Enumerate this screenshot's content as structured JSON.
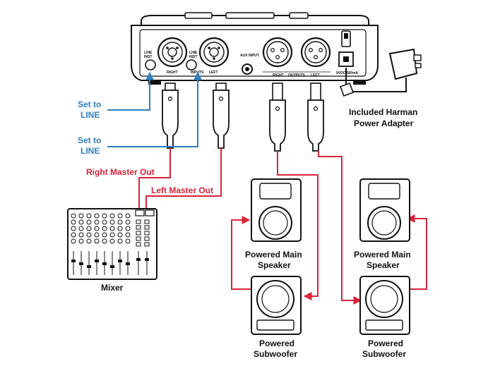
{
  "colors": {
    "blue_line": "#2e7fc1",
    "red_line": "#d8243a",
    "outline": "#111111"
  },
  "device": {
    "panel_labels": {
      "right": "RIGHT",
      "inputs": "INPUTS",
      "left": "LEFT",
      "aux": "AUX INPUT",
      "out_right": "RIGHT",
      "outputs": "OUTPUTS",
      "out_left": "LEFT",
      "power": "9VDC 500mA"
    }
  },
  "labels": {
    "set_line_1": [
      "Set to",
      "LINE"
    ],
    "set_line_2": [
      "Set to",
      "LINE"
    ],
    "right_master_out": "Right Master Out",
    "left_master_out": "Left Master Out",
    "power_adapter": [
      "Included Harman",
      "Power Adapter"
    ],
    "mixer": "Mixer",
    "main_speaker_left": [
      "Powered Main",
      "Speaker"
    ],
    "main_speaker_right": [
      "Powered Main",
      "Speaker"
    ],
    "subwoofer_left": [
      "Powered",
      "Subwoofer"
    ],
    "subwoofer_right": [
      "Powered",
      "Subwoofer"
    ]
  }
}
